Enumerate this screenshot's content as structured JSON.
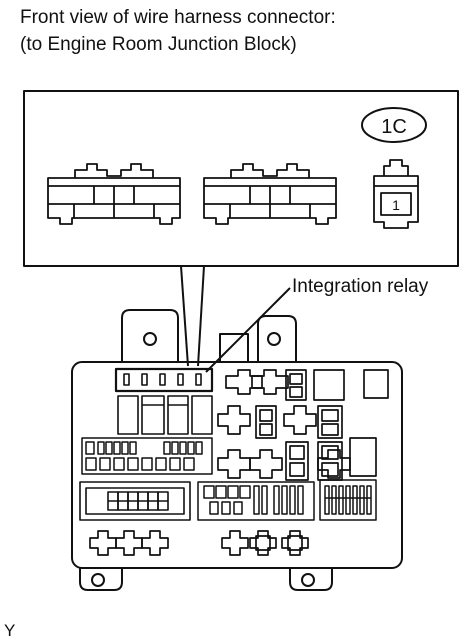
{
  "caption": {
    "line1": "Front view of wire harness connector:",
    "line2": "(to Engine Room Junction Block)"
  },
  "connector_id": "1C",
  "terminal_number": "1",
  "callout": "Integration relay",
  "figure_code": "Y"
}
